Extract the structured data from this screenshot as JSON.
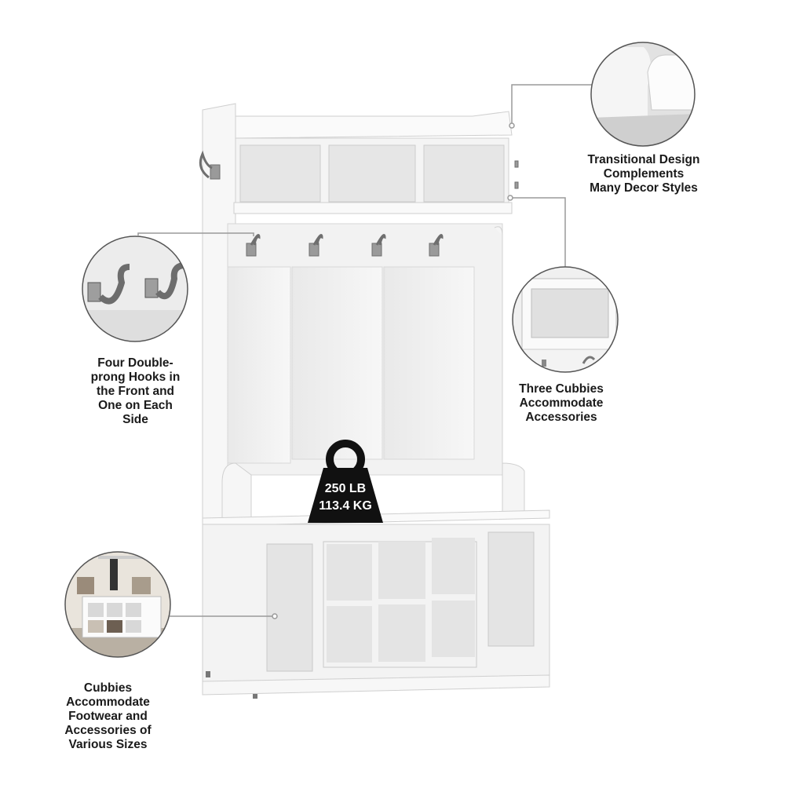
{
  "callouts": {
    "design": [
      "Transitional Design",
      "Complements",
      "Many Decor Styles"
    ],
    "hooks": [
      "Four Double-",
      "prong Hooks in",
      "the Front and",
      "One on Each",
      "Side"
    ],
    "cubbies": [
      "Three Cubbies",
      "Accommodate",
      "Accessories"
    ],
    "footwear": [
      "Cubbies",
      "Accommodate",
      "Footwear and",
      "Accessories of",
      "Various Sizes"
    ]
  },
  "weight_badge": {
    "line1": "250 LB",
    "line2": "113.4 KG"
  },
  "colors": {
    "furniture": "#f4f4f4",
    "shadow": "#d9d9d9",
    "hook": "#8e8e8e",
    "badge": "#111111",
    "line": "#9a9a9a"
  }
}
